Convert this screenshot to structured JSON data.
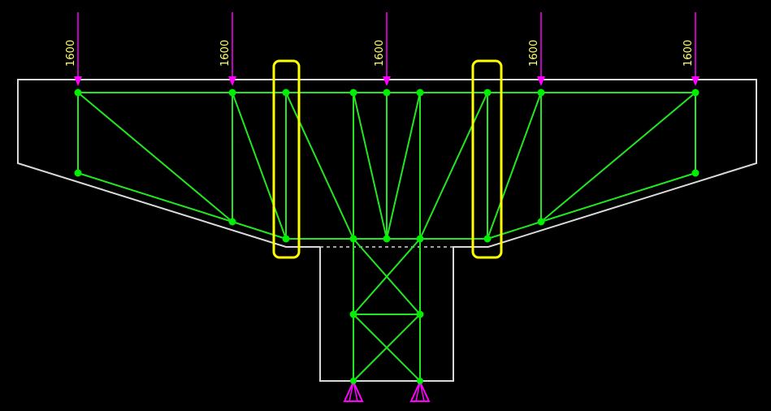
{
  "colors": {
    "background": "#000000",
    "outline": "#d9d9d9",
    "member": "#22e622",
    "node": "#00ee00",
    "load": "#ff00ff",
    "load_label": "#ffff66",
    "highlight": "#ffff00",
    "support": "#ff00ff"
  },
  "loads": [
    {
      "id": "load-1",
      "label": "1600"
    },
    {
      "id": "load-2",
      "label": "1600"
    },
    {
      "id": "load-3",
      "label": "1600"
    },
    {
      "id": "load-4",
      "label": "1600"
    },
    {
      "id": "load-5",
      "label": "1600"
    }
  ],
  "supports": [
    {
      "id": "support-left",
      "type": "pin"
    },
    {
      "id": "support-right",
      "type": "pin"
    }
  ],
  "highlights": [
    {
      "id": "highlight-left-tie"
    },
    {
      "id": "highlight-right-tie"
    }
  ]
}
